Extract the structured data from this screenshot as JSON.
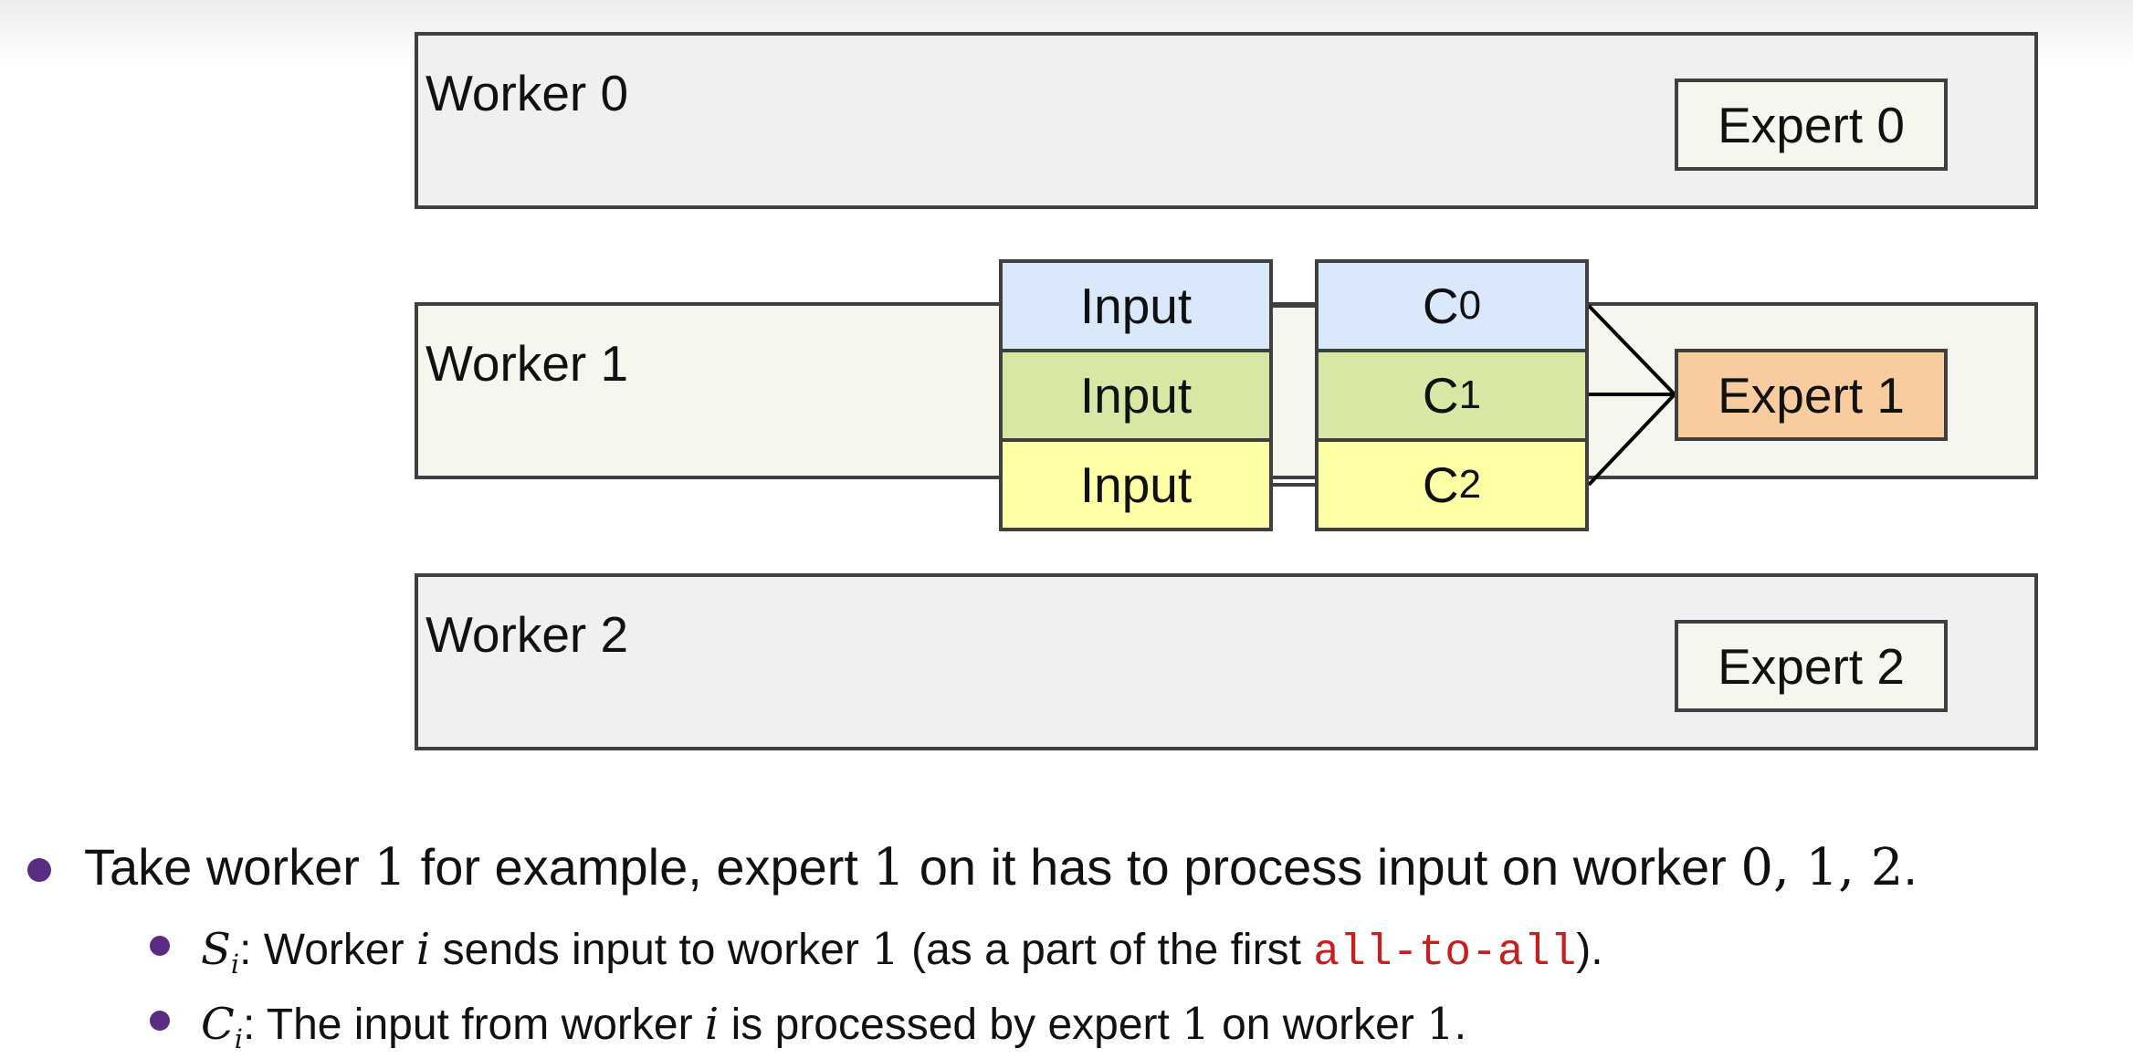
{
  "workers": [
    {
      "label": "Worker 0",
      "expert": "Expert 0"
    },
    {
      "label": "Worker 1",
      "expert": "Expert 1"
    },
    {
      "label": "Worker 2",
      "expert": "Expert 2"
    }
  ],
  "stack": {
    "inputs": [
      "Input",
      "Input",
      "Input"
    ],
    "computes": [
      {
        "letter": "C",
        "index": "0"
      },
      {
        "letter": "C",
        "index": "1"
      },
      {
        "letter": "C",
        "index": "2"
      }
    ]
  },
  "colors": {
    "row0": "#dae8fc",
    "row1": "#d8e8a4",
    "row2": "#ffffa6",
    "active_expert": "#f8cc9e",
    "bullet": "#5b2d82",
    "code": "#c81e1e"
  },
  "bullets": {
    "main": {
      "t1": "Take worker ",
      "n1": "1",
      "t2": " for example, expert ",
      "n2": "1",
      "t3": " on it has to process input on worker ",
      "n3": "0, 1, 2",
      "t4": "."
    },
    "s": {
      "var": "S",
      "sub": "i",
      "t1": ": Worker ",
      "v1": "i",
      "t2": " sends input to worker ",
      "n1": "1",
      "t3": " (as a part of the first ",
      "code": "all-to-all",
      "t4": ")."
    },
    "c": {
      "var": "C",
      "sub": "i",
      "t1": ": The input from worker ",
      "v1": "i",
      "t2": " is processed by expert ",
      "n1": "1",
      "t3": " on worker ",
      "n2": "1",
      "t4": "."
    }
  }
}
